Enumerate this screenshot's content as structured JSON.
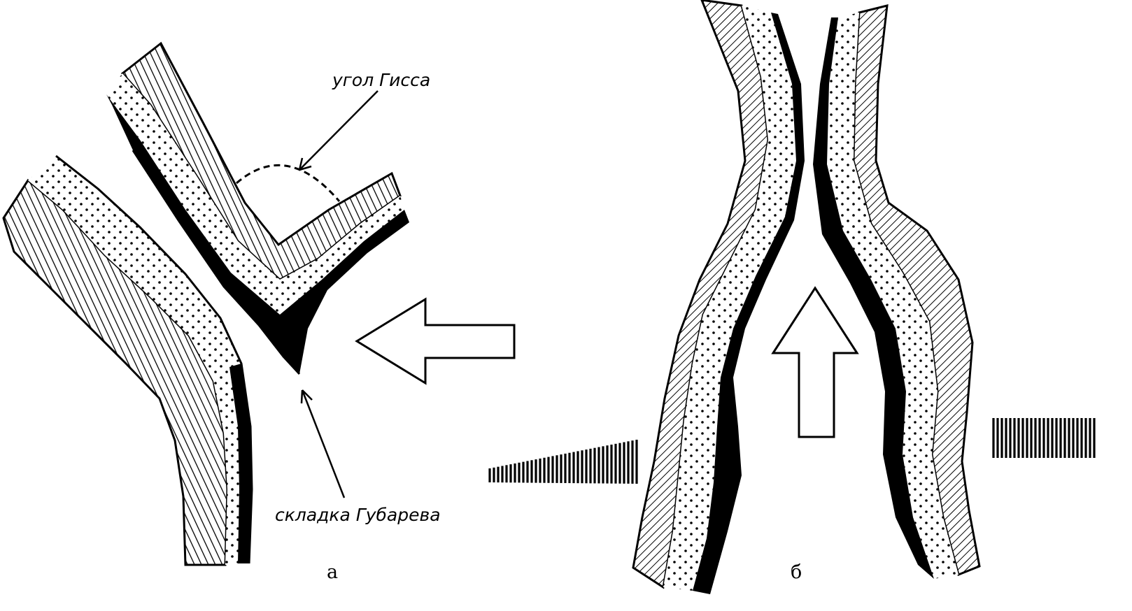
{
  "labels": {
    "his_angle": "угол Гисса",
    "gubarev_fold": "складка Губарева"
  },
  "captions": {
    "a": "а",
    "b": "б"
  },
  "colors": {
    "ink": "#000000",
    "paper": "#ffffff"
  }
}
